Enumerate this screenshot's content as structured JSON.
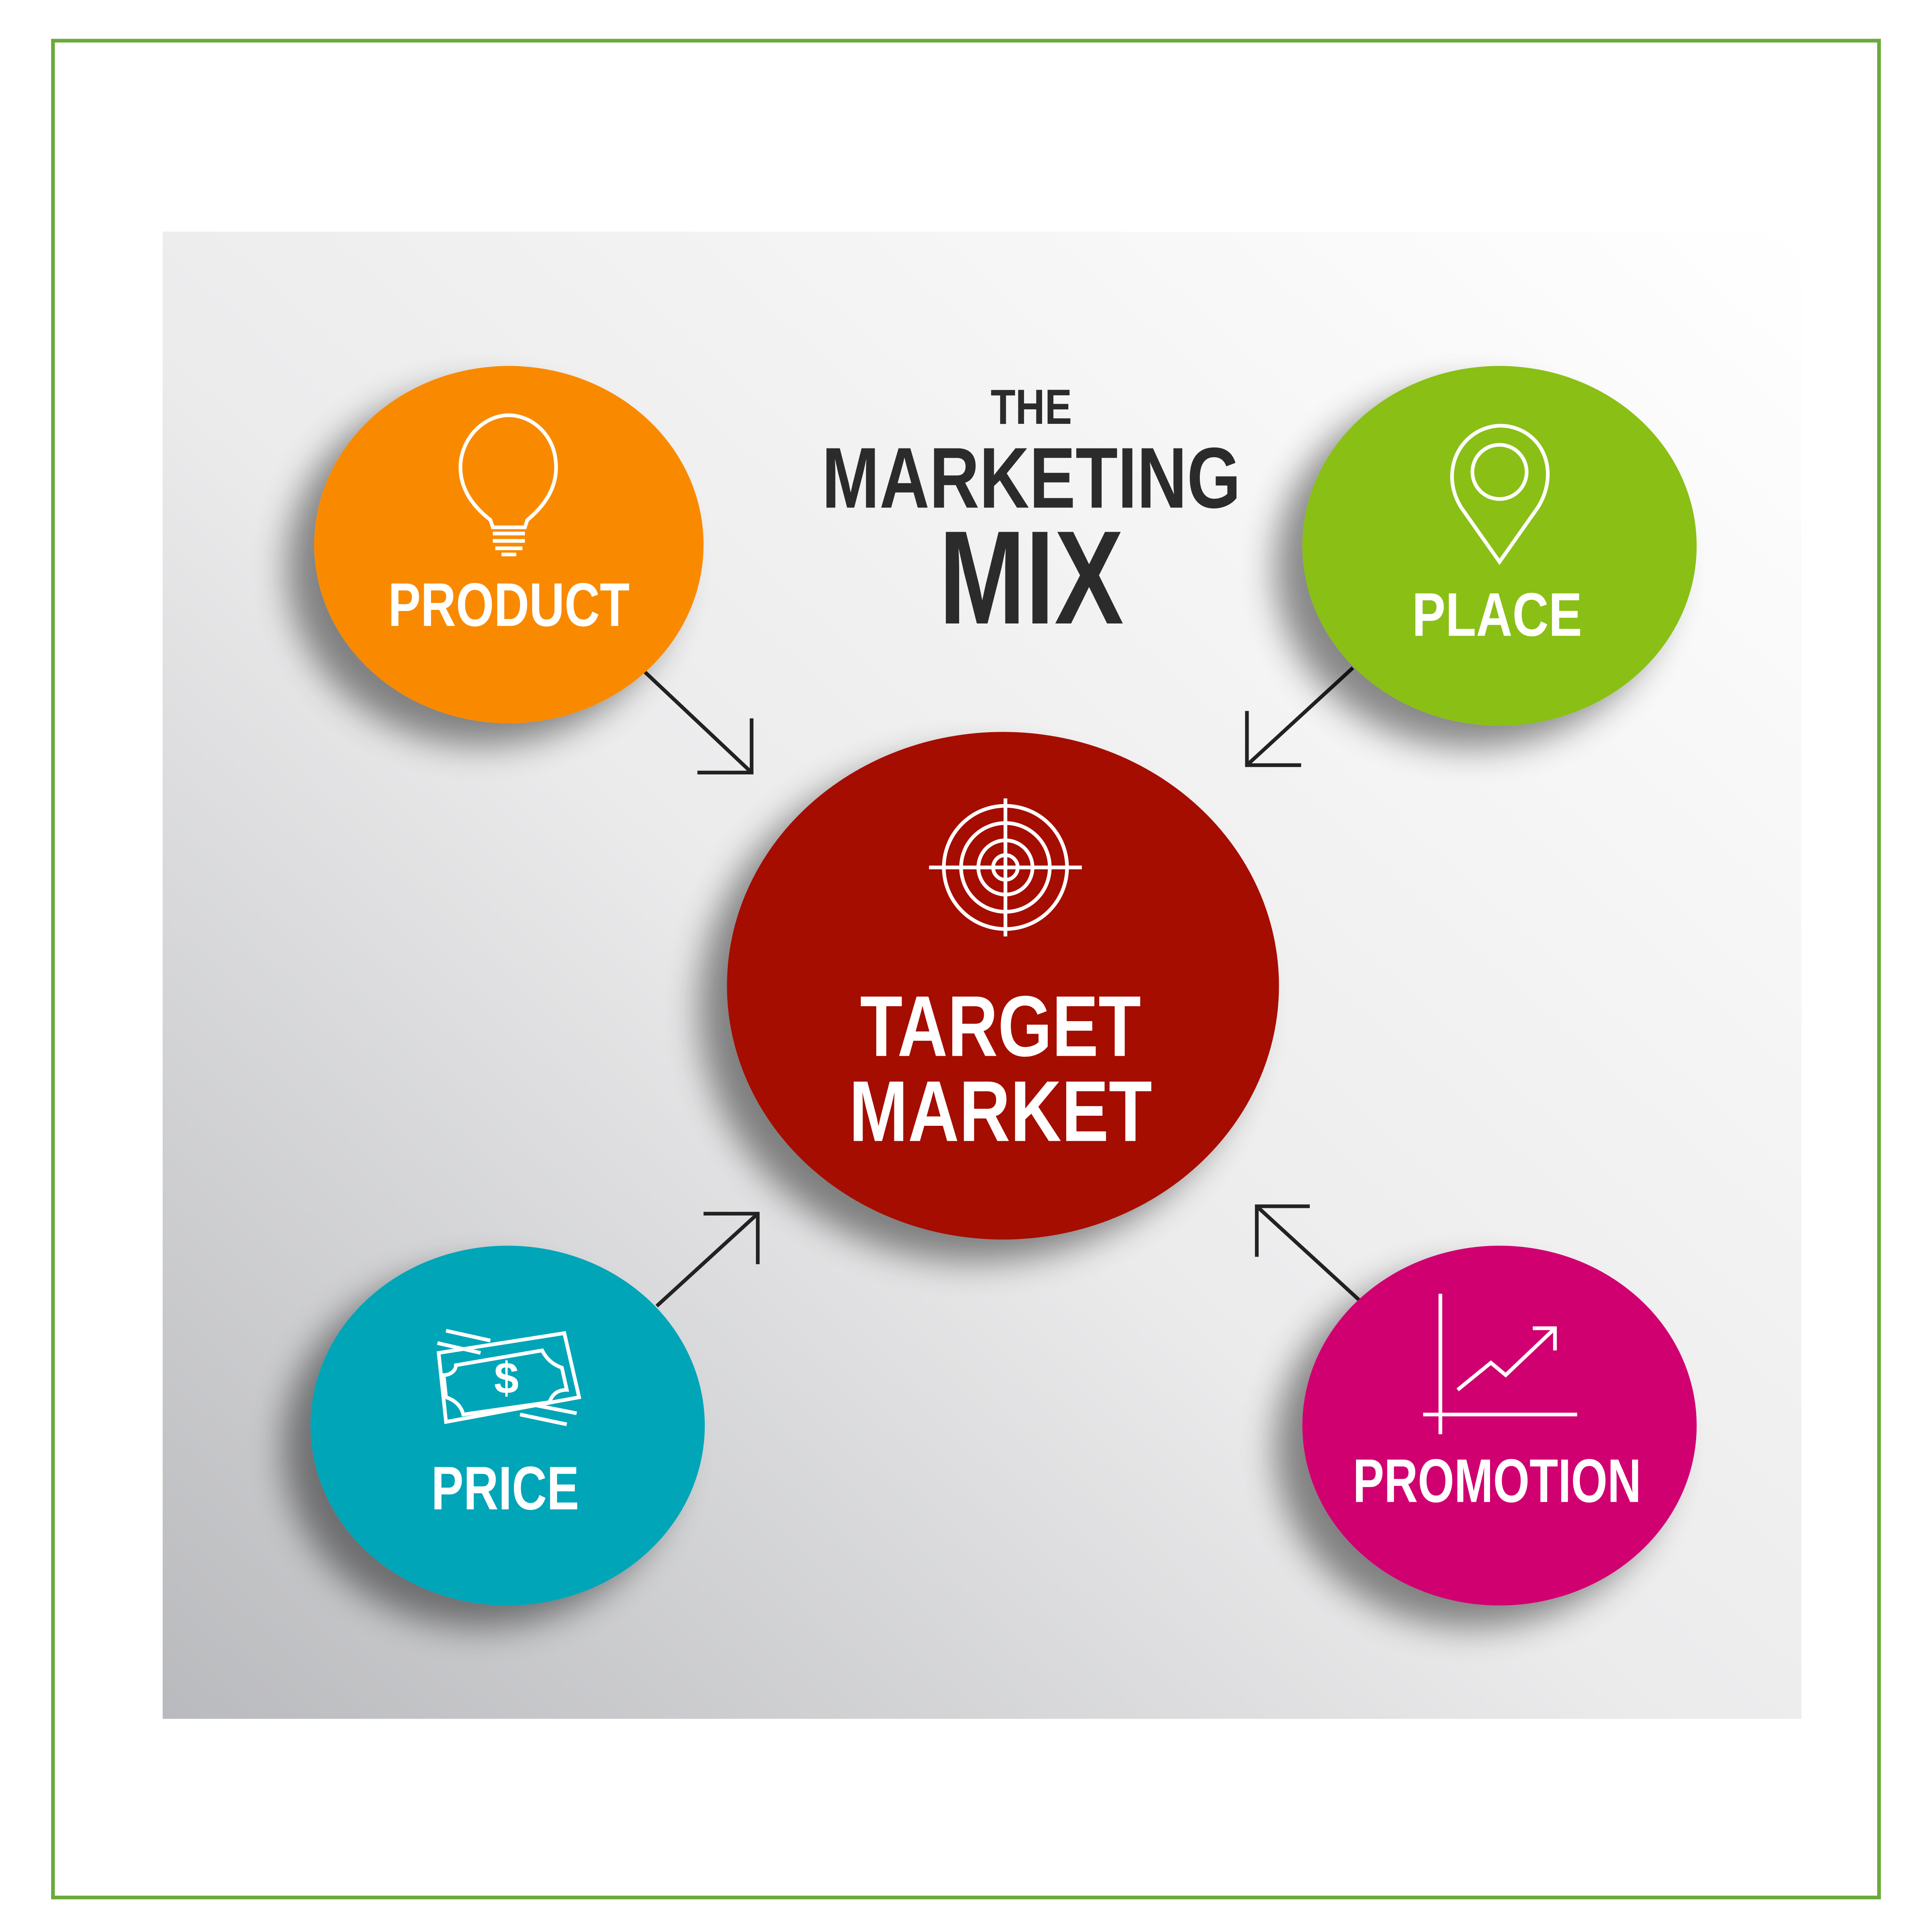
{
  "title": {
    "line1": "THE",
    "line2": "MARKETING",
    "line3": "MIX"
  },
  "center": {
    "line1": "TARGET",
    "line2": "MARKET",
    "icon": "target-icon"
  },
  "nodes": {
    "product": {
      "label": "PRODUCT",
      "icon": "lightbulb-icon"
    },
    "place": {
      "label": "PLACE",
      "icon": "location-pin-icon"
    },
    "price": {
      "label": "PRICE",
      "icon": "money-icon",
      "symbol": "$"
    },
    "promotion": {
      "label": "PROMOTION",
      "icon": "growth-chart-icon"
    }
  },
  "colors": {
    "border": "#6aaa3a",
    "product": "#f98a00",
    "place": "#8abf12",
    "target": "#a50e02",
    "price": "#00a5b8",
    "promotion": "#d0006f",
    "title": "#2b2b2b"
  }
}
